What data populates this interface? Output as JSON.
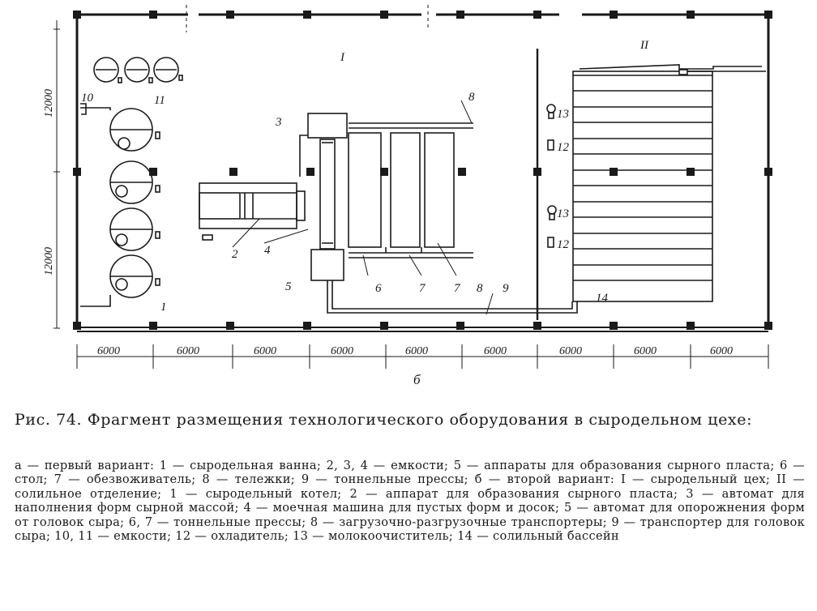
{
  "plan": {
    "section_labels": {
      "one": "I",
      "two": "II"
    },
    "item_labels": {
      "n1": "1",
      "n2": "2",
      "n3": "3",
      "n4": "4",
      "n5": "5",
      "n6": "6",
      "n7a": "7",
      "n7b": "7",
      "n8a": "8",
      "n8b": "8",
      "n9": "9",
      "n10": "10",
      "n11": "11",
      "n12a": "12",
      "n12b": "12",
      "n13a": "13",
      "n13b": "13",
      "n14": "14"
    },
    "vertical_dims": [
      "12000",
      "12000"
    ],
    "horizontal_dims": [
      "6000",
      "6000",
      "6000",
      "6000",
      "6000",
      "6000",
      "6000",
      "6000",
      "6000"
    ],
    "variant_label": "б"
  },
  "caption": {
    "title": "Рис. 74. Фрагмент размещения технологического оборудования в сыродельном цехе:",
    "text": "а — первый вариант: 1 — сыродельная ванна; 2, 3, 4 — емкости; 5 — аппараты для образования сырного пласта; 6 — стол; 7 — обезвоживатель; 8 — тележки; 9 — тоннельные прессы; б — второй вариант: I — сыродельный цех; II — солильное отделение; 1 — сыродельный котел; 2 — аппарат для образования сырного пласта; 3 — автомат для наполнения форм сырной массой; 4 — моечная машина для пустых форм и досок; 5 — автомат для опорожнения форм от головок сыра; 6, 7 — тоннельные прессы; 8 — загрузочно-разгрузочные транспортеры; 9 — транспортер для головок сыра; 10, 11 — емкости; 12 — охладитель; 13 — молокоочиститель; 14 — солильный бассейн"
  }
}
